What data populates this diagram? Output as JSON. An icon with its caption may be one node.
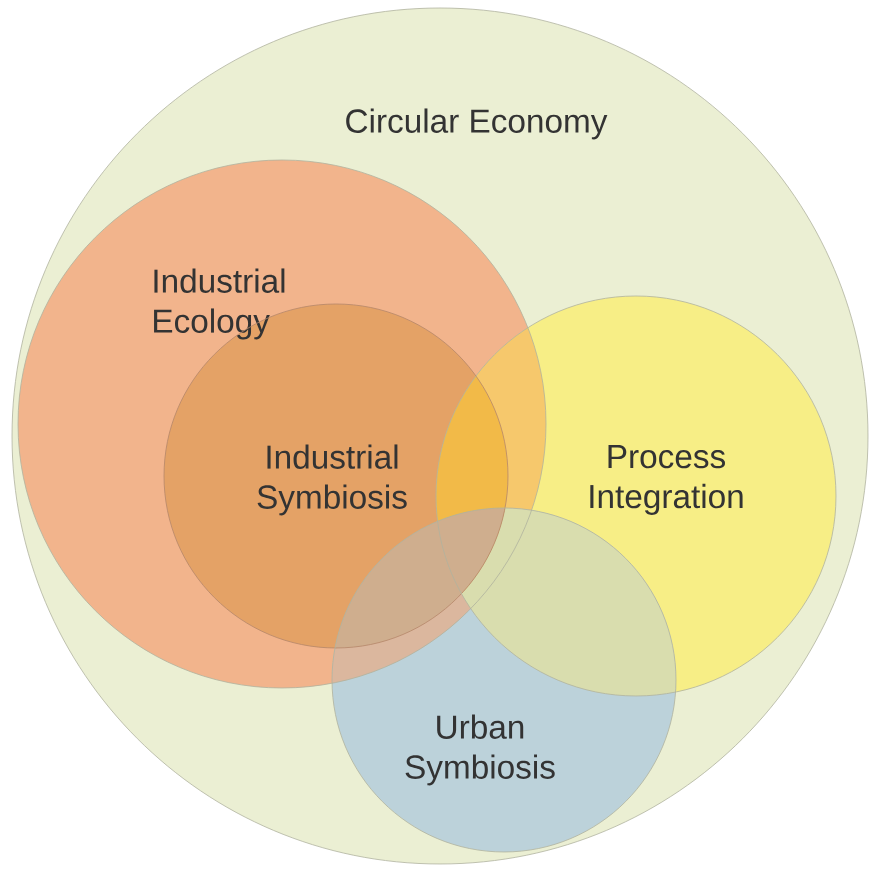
{
  "diagram": {
    "nodes": [
      {
        "text": [
          "Circular Economy"
        ]
      },
      {
        "text": [
          "Industrial Ecology"
        ],
        "in": 0
      },
      {
        "text": [
          "Industrial Symbiosis"
        ],
        "in": 1
      },
      {
        "text": [
          "Process Integration"
        ],
        "in": 0
      },
      {
        "text": [
          "Urban Symbiosis"
        ],
        "in": 0
      }
    ]
  }
}
